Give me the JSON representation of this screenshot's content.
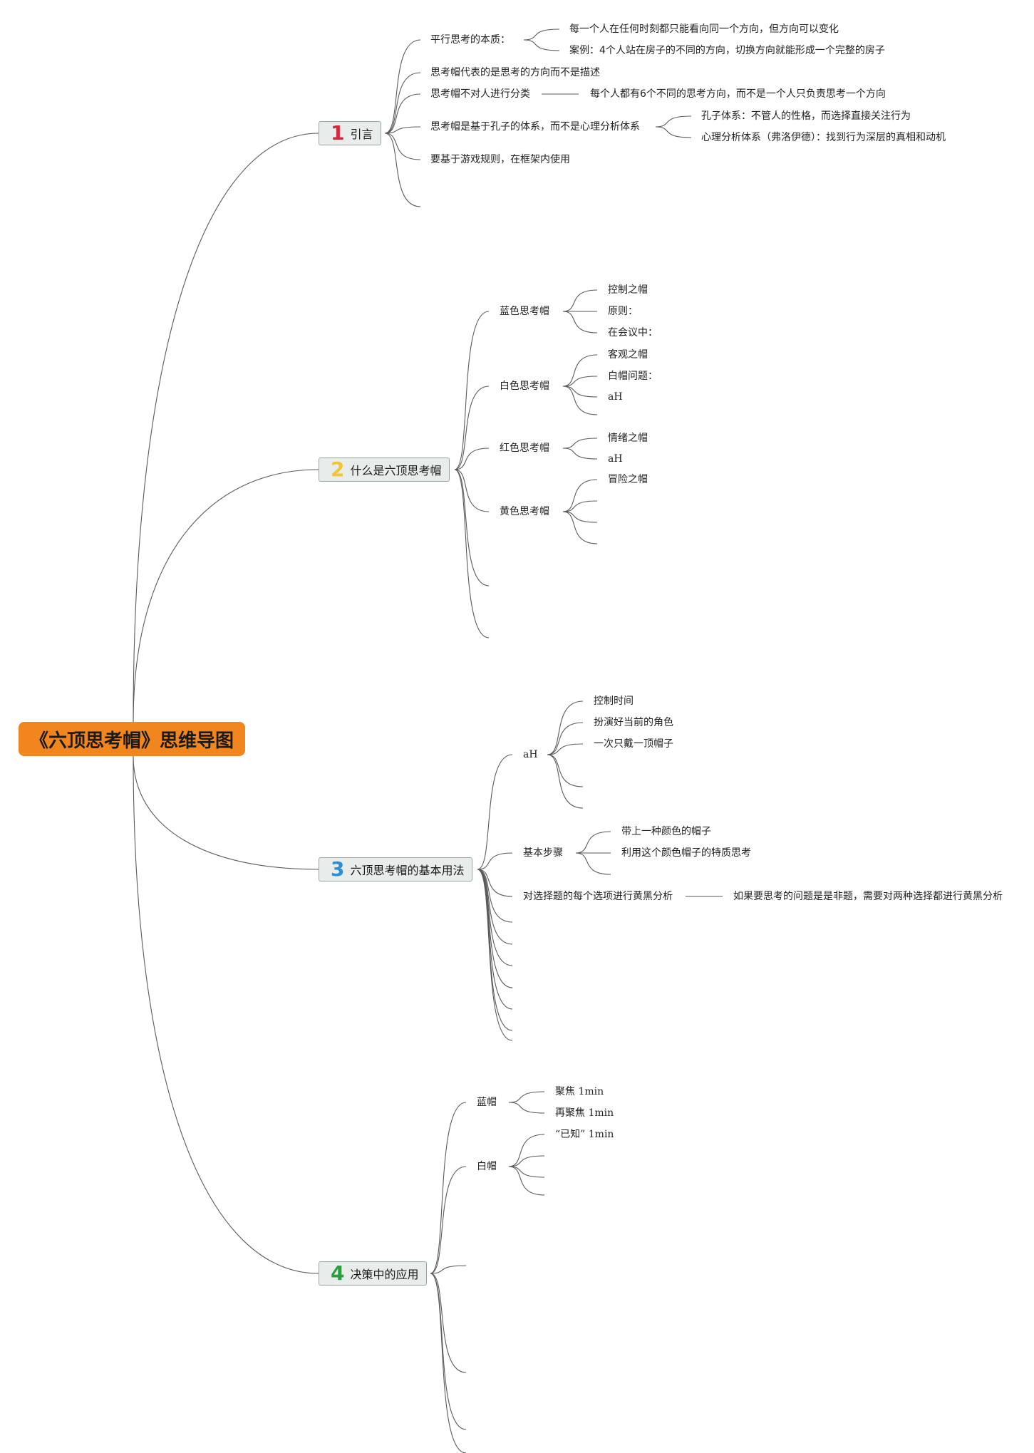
{
  "root": {
    "title": "《六顶思考帽》思维导图",
    "color": "#f2861e"
  },
  "branches": [
    {
      "number": "1",
      "number_color": "#d7263d",
      "label": "引言",
      "topics": [
        {
          "text": "平行思考的本质：",
          "children": [
            "每一个人在任何时刻都只能看向同一个方向，但方向可以变化",
            "案例：4个人站在房子的不同的方向，切换方向就能形成一个完整的房子"
          ]
        },
        {
          "text": "思考帽代表的是思考的方向而不是描述"
        },
        {
          "text": "思考帽不对人进行分类",
          "children": [
            "每个人都有6个不同的思考方向，而不是一个人只负责思考一个方向"
          ]
        },
        {
          "text": "思考帽是基于孔子的体系，而不是心理分析体系",
          "children": [
            "孔子体系：不管人的性格，而选择直接关注行为",
            "心理分析体系（弗洛伊德）：找到行为深层的真相和动机"
          ]
        },
        {
          "text": "要基于游戏规则，在框架内使用"
        }
      ]
    },
    {
      "number": "2",
      "number_color": "#f2c531",
      "label": "什么是六顶思考帽",
      "topics": [
        {
          "text": "蓝色思考帽",
          "children": [
            "控制之帽",
            "原则：",
            "在会议中："
          ]
        },
        {
          "text": "白色思考帽",
          "children": [
            "客观之帽",
            "白帽问题：",
            "aH"
          ]
        },
        {
          "text": "红色思考帽",
          "children": [
            "情绪之帽",
            "aH"
          ]
        },
        {
          "text": "黄色思考帽",
          "children": [
            "冒险之帽"
          ]
        }
      ]
    },
    {
      "number": "3",
      "number_color": "#2a8fd6",
      "label": "六顶思考帽的基本用法",
      "topics": [
        {
          "text": "aH",
          "children": [
            "控制时间",
            "扮演好当前的角色",
            "一次只戴一顶帽子"
          ]
        },
        {
          "text": "基本步骤",
          "children": [
            "带上一种颜色的帽子",
            "利用这个颜色帽子的特质思考"
          ]
        },
        {
          "text": "对选择题的每个选项进行黄黑分析",
          "children": [
            "如果要思考的问题是是非题，需要对两种选择都进行黄黑分析"
          ]
        }
      ]
    },
    {
      "number": "4",
      "number_color": "#2a9d3c",
      "label": "决策中的应用",
      "topics": [
        {
          "text": "蓝帽",
          "children": [
            "聚焦 1min",
            "再聚焦 1min"
          ]
        },
        {
          "text": "白帽",
          "children": [
            "“已知” 1min"
          ]
        }
      ]
    }
  ]
}
